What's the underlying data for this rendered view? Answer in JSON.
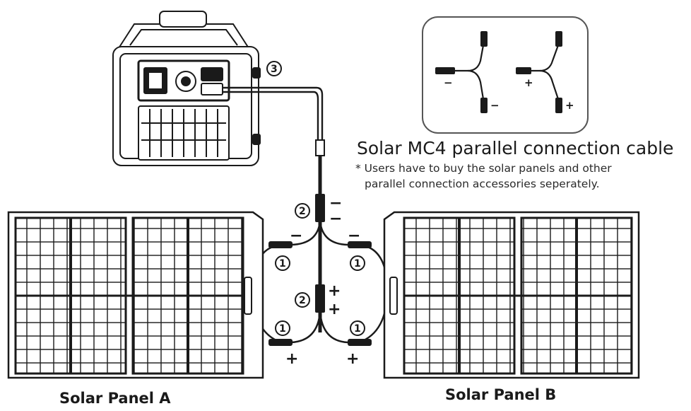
{
  "diagram": {
    "cable_title": "Solar MC4 parallel connection cable",
    "note_line_1": "* Users have to buy the solar panels and other",
    "note_line_2": "parallel connection accessories seperately.",
    "panel_a_label": "Solar Panel A",
    "panel_b_label": "Solar Panel B",
    "step_1": "1",
    "step_2": "2",
    "step_3": "3",
    "minus": "−",
    "plus": "+"
  },
  "colors": {
    "line": "#1a1a1a",
    "background": "#ffffff",
    "inset_border": "#555555"
  },
  "icons": {
    "power_station": "power-station-icon",
    "mc4_connector": "mc4-connector-icon",
    "solar_panel": "solar-panel-icon"
  }
}
